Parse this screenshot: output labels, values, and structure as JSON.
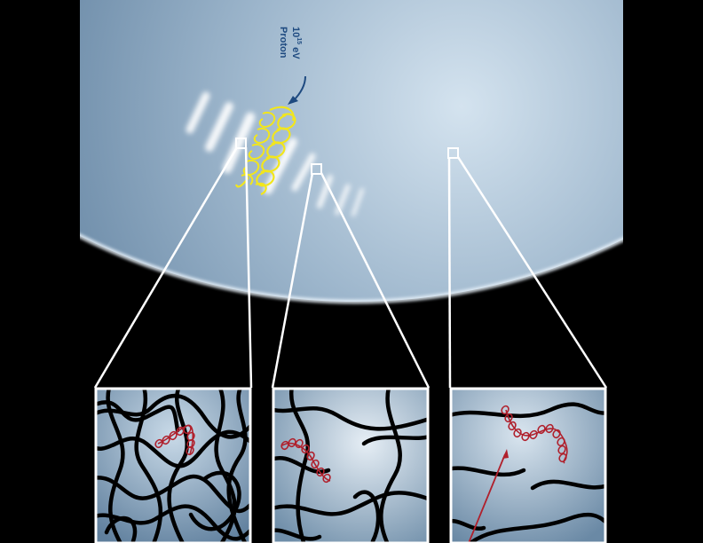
{
  "proton_label": {
    "energy_base": "10",
    "energy_exp": "15",
    "energy_unit": " eV",
    "particle": "Proton"
  },
  "colors": {
    "background": "#000000",
    "sky_glow": "#cfe0ee",
    "sky_edge": "#5e7f9e",
    "label": "#1e4a80",
    "helix": "#f2e61c",
    "trajectory": "#b0202c",
    "frame": "#ffffff"
  },
  "zoom_panels": [
    {
      "name": "zoom-panel-left",
      "field_density": "dense"
    },
    {
      "name": "zoom-panel-middle",
      "field_density": "medium"
    },
    {
      "name": "zoom-panel-right",
      "field_density": "sparse"
    }
  ],
  "icons": [
    "proton-pointer-arrow-icon",
    "proton-helix-icon",
    "incoming-particle-arrow-icon"
  ]
}
